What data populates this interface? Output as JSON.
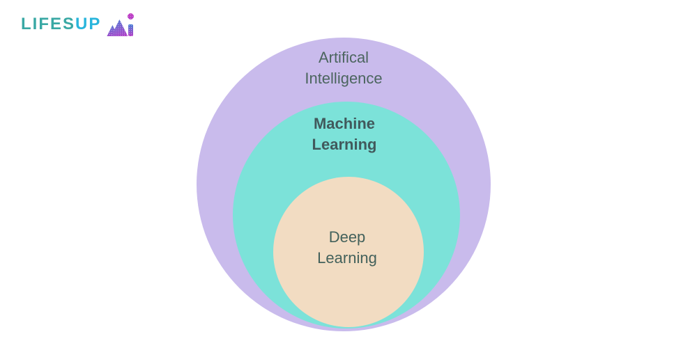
{
  "logo": {
    "text_primary": "LIFES",
    "text_secondary": "UP",
    "monogram": "Ai",
    "colors": {
      "primary_teal": "#39a8a4",
      "secondary_cyan": "#29b5dc",
      "monogram_blue": "#4a7fd6",
      "monogram_purple": "#b53fc8",
      "monogram_dot": "#c23fc4"
    }
  },
  "diagram": {
    "type": "nested-circles",
    "circles": [
      {
        "id": "artificial-intelligence",
        "label_line1": "Artifical",
        "label_line2": "Intelligence",
        "fill": "#c9bbec",
        "text_color": "#4c655f"
      },
      {
        "id": "machine-learning",
        "label_line1": "Machine",
        "label_line2": "Learning",
        "fill": "#7ce2d9",
        "text_color": "#41595c"
      },
      {
        "id": "deep-learning",
        "label_line1": "Deep",
        "label_line2": "Learning",
        "fill": "#f2dcc2",
        "text_color": "#43615b"
      }
    ]
  }
}
